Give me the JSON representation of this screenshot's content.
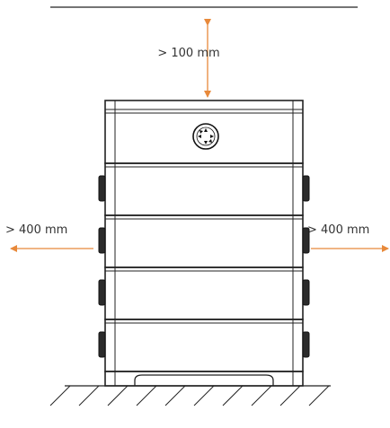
{
  "clearances": {
    "top": "> 100 mm",
    "left": "> 400 mm",
    "right": "> 400 mm"
  },
  "colors": {
    "arrow": "#e8893a",
    "stroke": "#222222",
    "text": "#333333"
  },
  "icons": {
    "battery_logo": "circular-emblem-icon",
    "ground": "ground-hatch-icon"
  }
}
